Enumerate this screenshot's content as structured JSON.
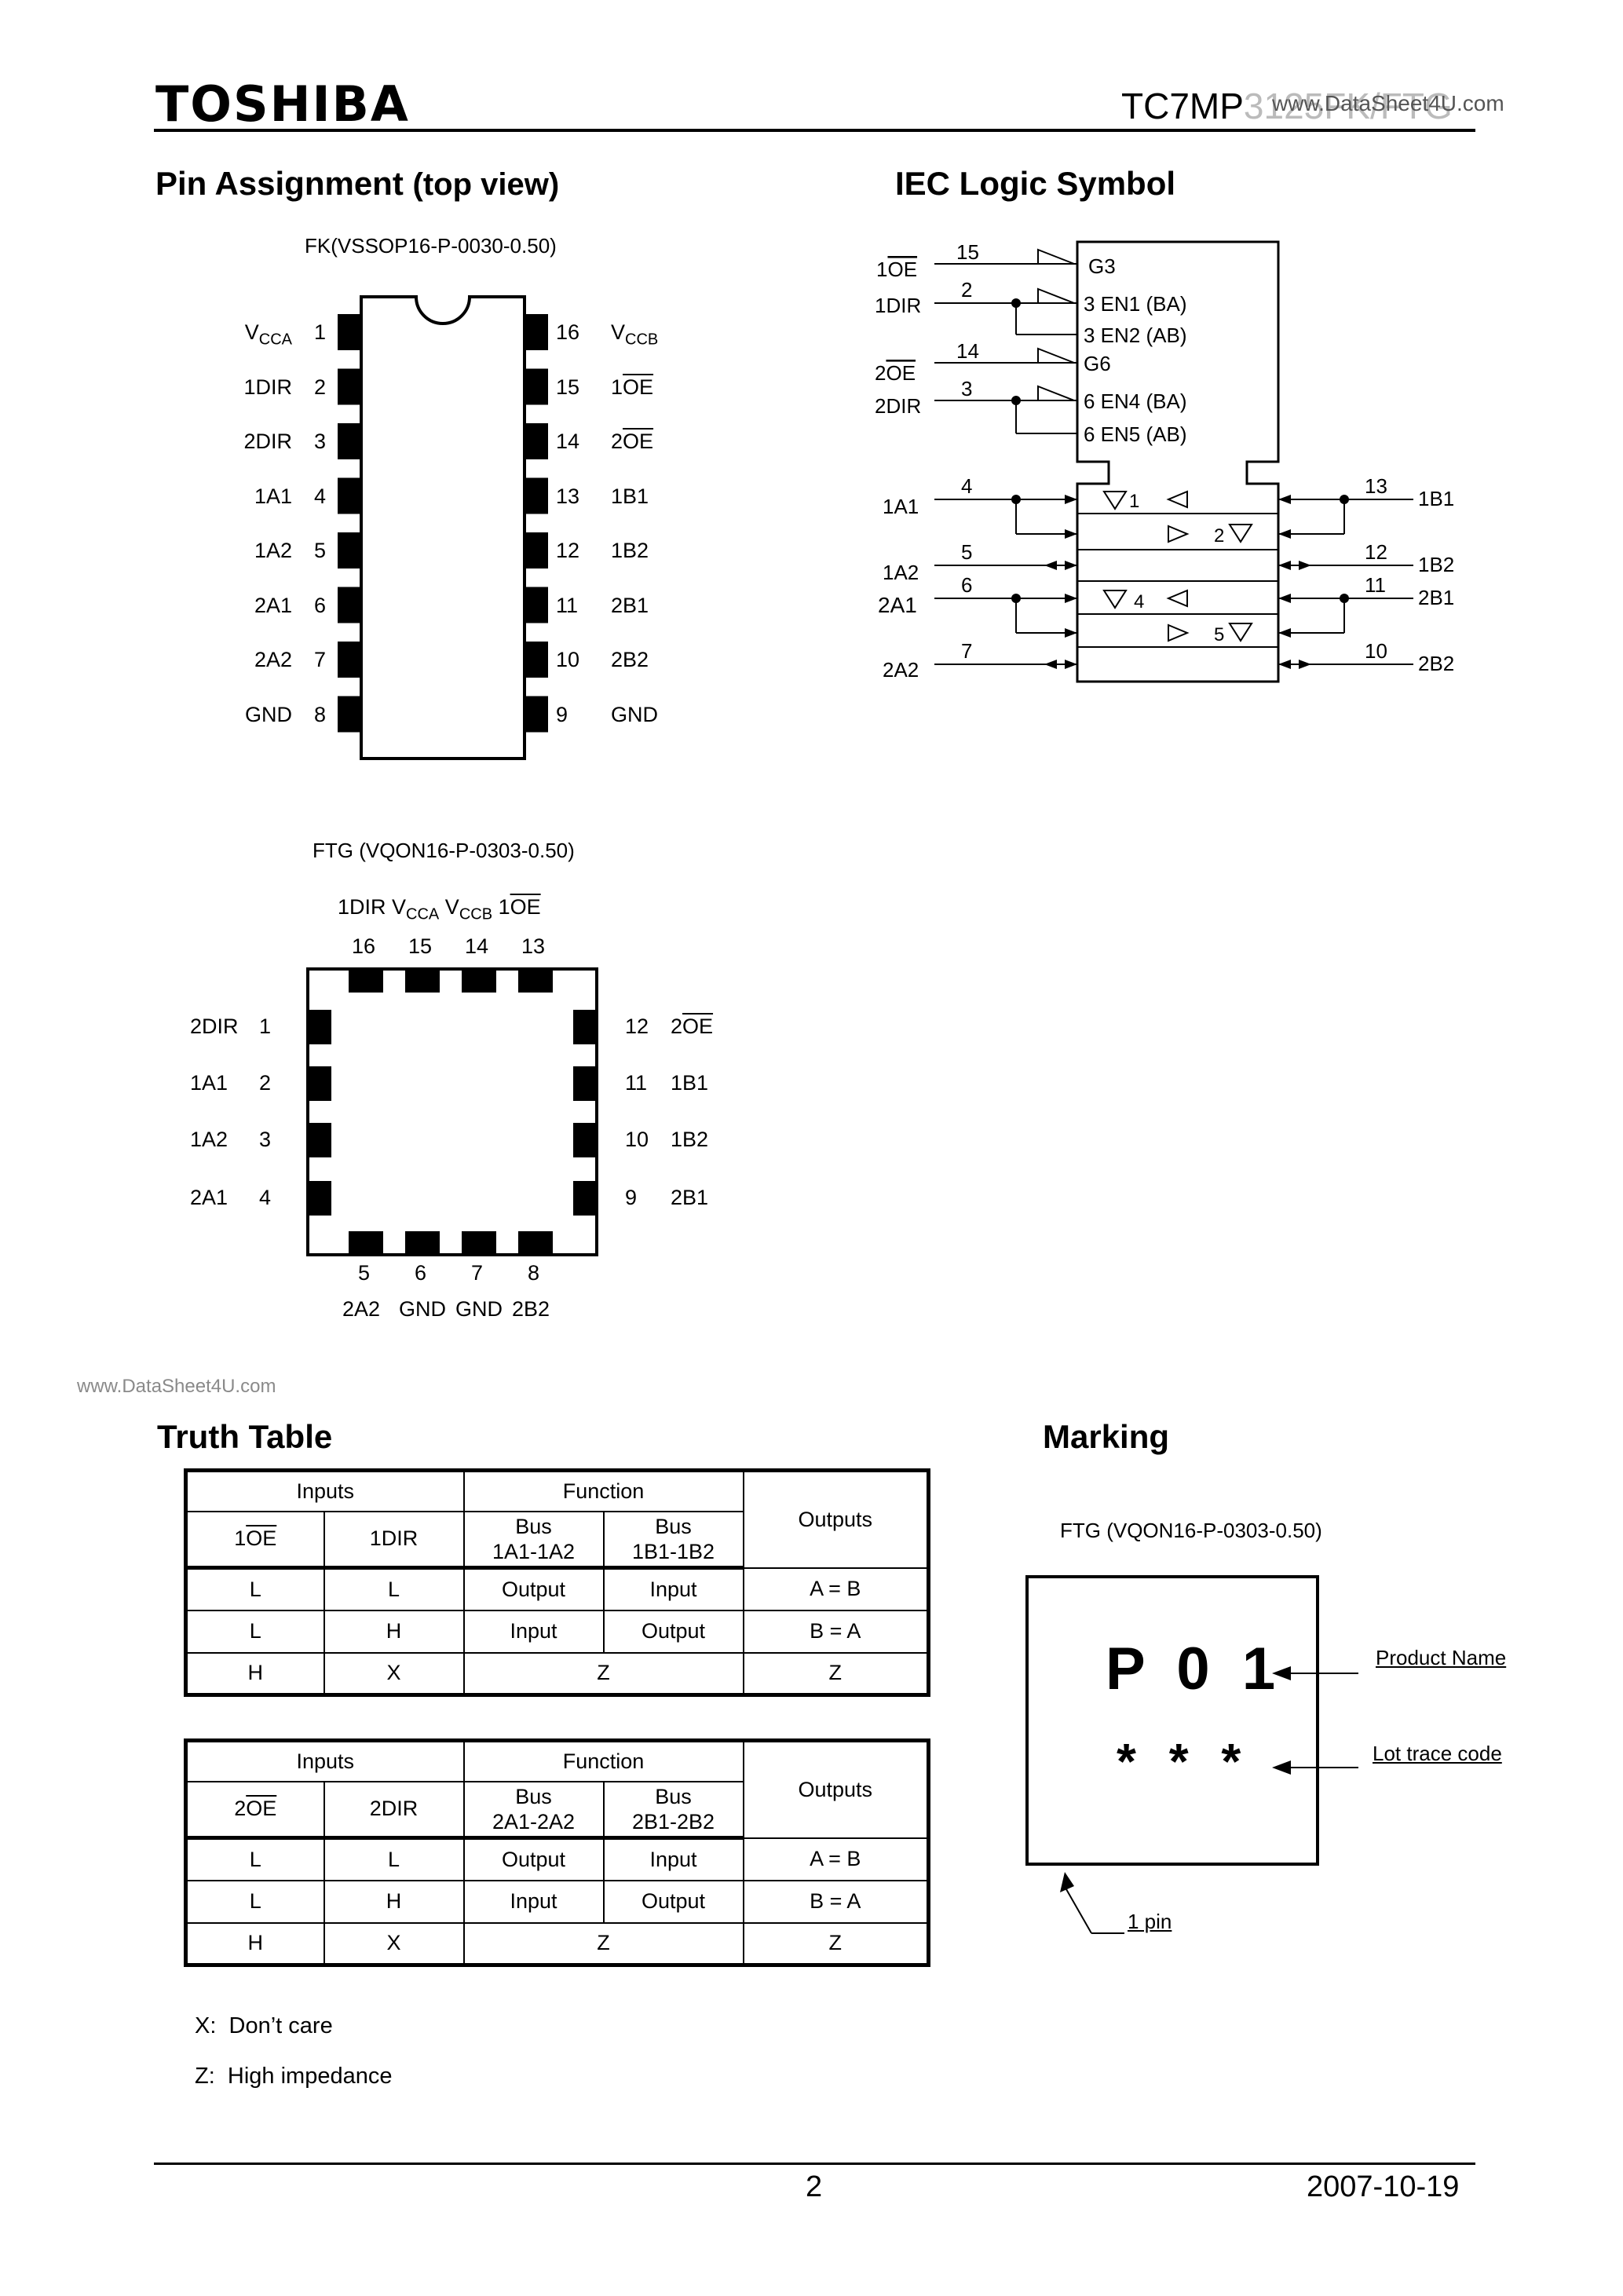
{
  "header": {
    "brand": "TOSHIBA",
    "part_prefix": "TC7MP",
    "part_suffix": "3125FK/FTG",
    "watermark": "www.DataSheet4U.com"
  },
  "pin_assignment": {
    "title": "Pin Assignment",
    "subtitle": "(top view)",
    "fk": {
      "package": "FK(VSSOP16-P-0030-0.50)",
      "left_pins": [
        {
          "num": "1",
          "name": "V",
          "sub": "CCA"
        },
        {
          "num": "2",
          "name": "1DIR"
        },
        {
          "num": "3",
          "name": "2DIR"
        },
        {
          "num": "4",
          "name": "1A1"
        },
        {
          "num": "5",
          "name": "1A2"
        },
        {
          "num": "6",
          "name": "2A1"
        },
        {
          "num": "7",
          "name": "2A2"
        },
        {
          "num": "8",
          "name": "GND"
        }
      ],
      "right_pins": [
        {
          "num": "16",
          "name": "V",
          "sub": "CCB"
        },
        {
          "num": "15",
          "pre": "1",
          "over": "OE"
        },
        {
          "num": "14",
          "pre": "2",
          "over": "OE"
        },
        {
          "num": "13",
          "name": "1B1"
        },
        {
          "num": "12",
          "name": "1B2"
        },
        {
          "num": "11",
          "name": "2B1"
        },
        {
          "num": "10",
          "name": "2B2"
        },
        {
          "num": "9",
          "name": "GND"
        }
      ]
    },
    "ftg": {
      "package": "FTG (VQON16-P-0303-0.50)",
      "top_labels": {
        "a": "1DIR",
        "b": "V",
        "b_sub": "CCA",
        "c": "V",
        "c_sub": "CCB",
        "d_pre": "1",
        "d_over": "OE"
      },
      "top_nums": [
        "16",
        "15",
        "14",
        "13"
      ],
      "left_pins": [
        {
          "num": "1",
          "name": "2DIR"
        },
        {
          "num": "2",
          "name": "1A1"
        },
        {
          "num": "3",
          "name": "1A2"
        },
        {
          "num": "4",
          "name": "2A1"
        }
      ],
      "right_pins": [
        {
          "num": "12",
          "pre": "2",
          "over": "OE"
        },
        {
          "num": "11",
          "name": "1B1"
        },
        {
          "num": "10",
          "name": "1B2"
        },
        {
          "num": "9",
          "name": "2B1"
        }
      ],
      "bottom_nums": [
        "5",
        "6",
        "7",
        "8"
      ],
      "bottom_labels": [
        "2A2",
        "GND",
        "GND",
        "2B2"
      ]
    }
  },
  "iec": {
    "title": "IEC Logic Symbol",
    "inputs": {
      "oe1_pre": "1",
      "oe1_over": "OE",
      "dir1": "1DIR",
      "oe2_pre": "2",
      "oe2_over": "OE",
      "dir2": "2DIR"
    },
    "ctrl_nums": [
      "15",
      "2",
      "14",
      "3"
    ],
    "ctrl_labels": [
      "G3",
      "3 EN1 (BA)",
      "3 EN2 (AB)",
      "G6",
      "6 EN4 (BA)",
      "6 EN5 (AB)"
    ],
    "left_pins": [
      {
        "num": "4",
        "name": "1A1"
      },
      {
        "num": "5",
        "name": "1A2"
      },
      {
        "num": "6",
        "name": "2A1"
      },
      {
        "num": "7",
        "name": "2A2"
      }
    ],
    "right_pins": [
      {
        "num": "13",
        "name": "1B1"
      },
      {
        "num": "12",
        "name": "1B2"
      },
      {
        "num": "11",
        "name": "2B1"
      },
      {
        "num": "10",
        "name": "2B2"
      }
    ],
    "cell_labels": [
      "1",
      "2",
      "4",
      "5"
    ]
  },
  "truth_table": {
    "title": "Truth Table",
    "hdr_inputs": "Inputs",
    "hdr_function": "Function",
    "hdr_outputs": "Outputs",
    "hdr_bus": "Bus",
    "tables": [
      {
        "oe_pre": "1",
        "oe_over": "OE",
        "dir": "1DIR",
        "bus_a": "1A1-1A2",
        "bus_b": "1B1-1B2",
        "rows": [
          [
            "L",
            "L",
            "Output",
            "Input",
            "A = B"
          ],
          [
            "L",
            "H",
            "Input",
            "Output",
            "B = A"
          ],
          [
            "H",
            "X",
            "Z",
            "Z"
          ]
        ]
      },
      {
        "oe_pre": "2",
        "oe_over": "OE",
        "dir": "2DIR",
        "bus_a": "2A1-2A2",
        "bus_b": "2B1-2B2",
        "rows": [
          [
            "L",
            "L",
            "Output",
            "Input",
            "A = B"
          ],
          [
            "L",
            "H",
            "Input",
            "Output",
            "B = A"
          ],
          [
            "H",
            "X",
            "Z",
            "Z"
          ]
        ]
      }
    ],
    "notes": [
      {
        "key": "X:",
        "text": "Don’t care"
      },
      {
        "key": "Z:",
        "text": "High impedance"
      }
    ]
  },
  "marking": {
    "title": "Marking",
    "package": "FTG (VQON16-P-0303-0.50)",
    "product_code": "P 0 1",
    "lot_code": "* * *",
    "product_label": "Product Name",
    "lot_label": "Lot trace code",
    "pin_label": "1 pin"
  },
  "footer": {
    "page": "2",
    "date": "2007-10-19"
  }
}
